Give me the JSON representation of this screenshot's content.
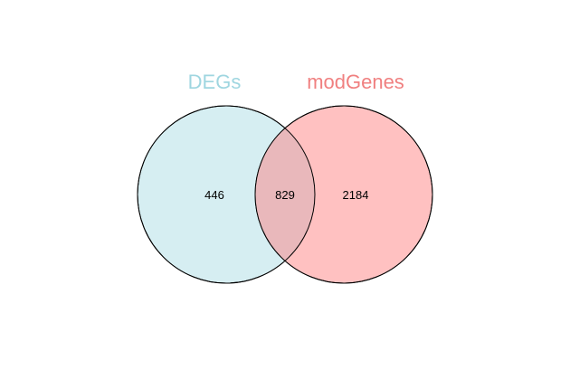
{
  "venn": {
    "sets": [
      {
        "name": "DEGs",
        "label_color": "#9fd6e0",
        "fill": "#d6eef2"
      },
      {
        "name": "modGenes",
        "label_color": "#f08080",
        "fill": "#ffc1c1"
      }
    ],
    "counts": {
      "only_first": "446",
      "intersection": "829",
      "only_second": "2184"
    },
    "overlap_fill": "#e9b8bb",
    "outline_color": "#000000"
  }
}
